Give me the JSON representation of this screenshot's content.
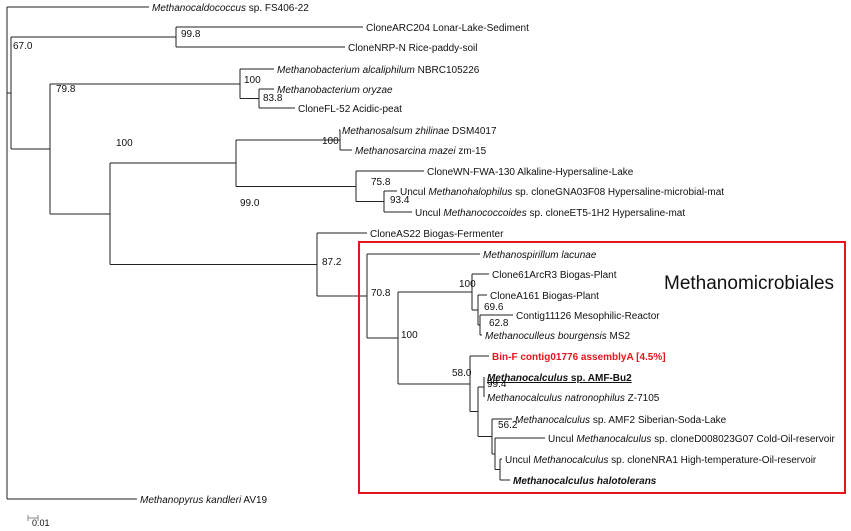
{
  "colors": {
    "highlight_box": "#e8141c",
    "highlight_text": "#e8141c",
    "branch": "#222222",
    "scale": "#888888"
  },
  "clade_box_label": "Methanomicrobiales",
  "scale_bar_label": "0.01",
  "taxa": [
    {
      "id": "t1",
      "parts": [
        {
          "text": "Methanocaldococcus",
          "italic": true
        },
        {
          "text": " sp. FS406-22"
        }
      ]
    },
    {
      "id": "t2",
      "parts": [
        {
          "text": "CloneARC204 Lonar-Lake-Sediment"
        }
      ]
    },
    {
      "id": "t3",
      "parts": [
        {
          "text": "CloneNRP-N Rice-paddy-soil"
        }
      ]
    },
    {
      "id": "t4",
      "parts": [
        {
          "text": "Methanobacterium alcaliphilum",
          "italic": true
        },
        {
          "text": " NBRC105226"
        }
      ]
    },
    {
      "id": "t5",
      "parts": [
        {
          "text": "Methanobacterium oryzae",
          "italic": true
        }
      ]
    },
    {
      "id": "t6",
      "parts": [
        {
          "text": "CloneFL-52 Acidic-peat"
        }
      ]
    },
    {
      "id": "t7",
      "parts": [
        {
          "text": "Methanosalsum zhilinae",
          "italic": true
        },
        {
          "text": " DSM4017"
        }
      ]
    },
    {
      "id": "t8",
      "parts": [
        {
          "text": "Methanosarcina mazei",
          "italic": true
        },
        {
          "text": " zm-15"
        }
      ]
    },
    {
      "id": "t9",
      "parts": [
        {
          "text": "CloneWN-FWA-130 Alkaline-Hypersaline-Lake"
        }
      ]
    },
    {
      "id": "t10",
      "parts": [
        {
          "text": "Uncul "
        },
        {
          "text": "Methanohalophilus",
          "italic": true
        },
        {
          "text": " sp. cloneGNA03F08 Hypersaline-microbial-mat"
        }
      ]
    },
    {
      "id": "t11",
      "parts": [
        {
          "text": "Uncul "
        },
        {
          "text": "Methanococcoides",
          "italic": true
        },
        {
          "text": " sp. cloneET5-1H2 Hypersaline-mat"
        }
      ]
    },
    {
      "id": "t12",
      "parts": [
        {
          "text": "CloneAS22 Biogas-Fermenter"
        }
      ]
    },
    {
      "id": "t13",
      "parts": [
        {
          "text": "Methanospirillum lacunae",
          "italic": true
        }
      ]
    },
    {
      "id": "t14",
      "parts": [
        {
          "text": "Clone61ArcR3 Biogas-Plant"
        }
      ]
    },
    {
      "id": "t15",
      "parts": [
        {
          "text": "CloneA161 Biogas-Plant"
        }
      ]
    },
    {
      "id": "t16",
      "parts": [
        {
          "text": "Contig11126 Mesophilic-Reactor"
        }
      ]
    },
    {
      "id": "t17",
      "parts": [
        {
          "text": "Methanoculleus bourgensis",
          "italic": true
        },
        {
          "text": " MS2"
        }
      ]
    },
    {
      "id": "t18",
      "parts": [
        {
          "text": "Bin-F contig01776 assemblyA [4.5%]"
        }
      ],
      "style": "highlight"
    },
    {
      "id": "t19",
      "parts": [
        {
          "text": "Methanocalculus",
          "italic": true
        },
        {
          "text": " sp. AMF-Bu2"
        }
      ],
      "style": "bold-underline"
    },
    {
      "id": "t20",
      "parts": [
        {
          "text": "Methanocalculus natronophilus",
          "italic": true
        },
        {
          "text": " Z-7105"
        }
      ]
    },
    {
      "id": "t21",
      "parts": [
        {
          "text": "Methanocalculus",
          "italic": true
        },
        {
          "text": " sp. AMF2 Siberian-Soda-Lake"
        }
      ]
    },
    {
      "id": "t22",
      "parts": [
        {
          "text": "Uncul "
        },
        {
          "text": "Methanocalculus",
          "italic": true
        },
        {
          "text": " sp. cloneD008023G07 Cold-Oil-reservoir"
        }
      ]
    },
    {
      "id": "t23",
      "parts": [
        {
          "text": "Uncul "
        },
        {
          "text": "Methanocalculus",
          "italic": true
        },
        {
          "text": " sp. cloneNRA1 High-temperature-Oil-reservoir"
        }
      ]
    },
    {
      "id": "t24",
      "parts": [
        {
          "text": "Methanocalculus halotolerans",
          "italic": true
        }
      ],
      "style": "bold"
    },
    {
      "id": "t25",
      "parts": [
        {
          "text": "Methanopyrus kandleri",
          "italic": true
        },
        {
          "text": " AV19"
        }
      ]
    }
  ],
  "bootstraps": [
    {
      "id": "b_root",
      "value": "67.0"
    },
    {
      "id": "b_arc",
      "value": "99.8"
    },
    {
      "id": "b_n3",
      "value": "79.8"
    },
    {
      "id": "b_mbact",
      "value": "100"
    },
    {
      "id": "b_oryz",
      "value": "83.8"
    },
    {
      "id": "b_n4",
      "value": "100"
    },
    {
      "id": "b_msar",
      "value": "100"
    },
    {
      "id": "b_n5",
      "value": "99.0"
    },
    {
      "id": "b_wn",
      "value": "75.8"
    },
    {
      "id": "b_hal",
      "value": "93.4"
    },
    {
      "id": "b_n6",
      "value": "87.2"
    },
    {
      "id": "b_mm",
      "value": "70.8"
    },
    {
      "id": "b_mm2",
      "value": "100"
    },
    {
      "id": "b_cul",
      "value": "100"
    },
    {
      "id": "b_c69",
      "value": "69.6"
    },
    {
      "id": "b_c62",
      "value": "62.8"
    },
    {
      "id": "b_calc",
      "value": "58.0"
    },
    {
      "id": "b_amf",
      "value": "99.4"
    },
    {
      "id": "b_562",
      "value": "56.2"
    }
  ]
}
